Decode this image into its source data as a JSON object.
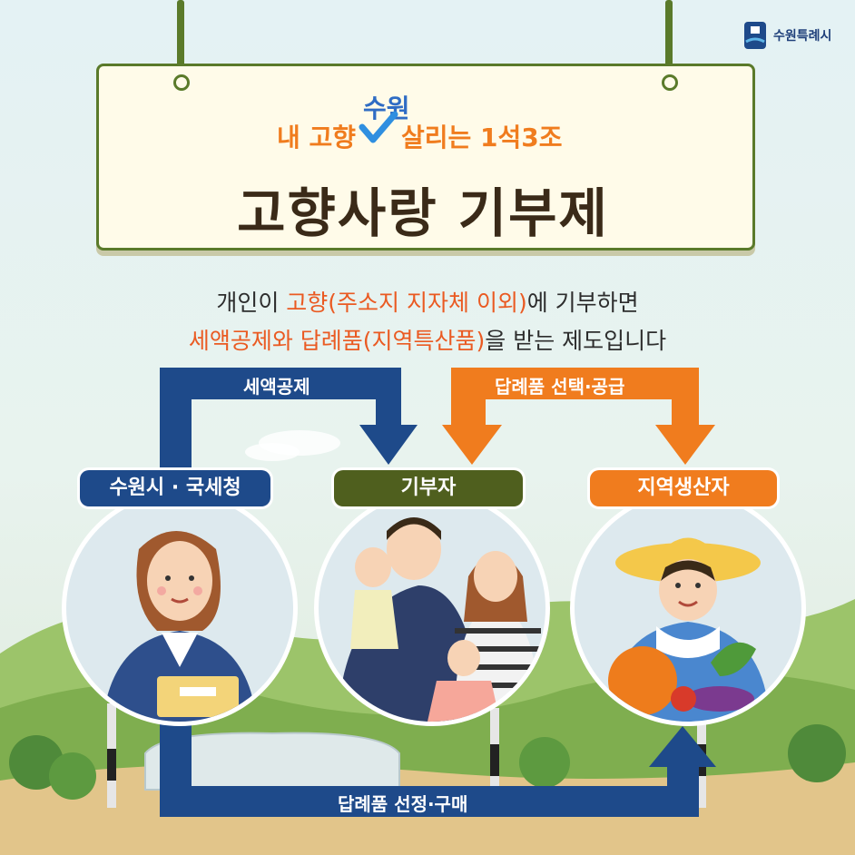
{
  "brand": {
    "name": "수원특례시",
    "icon": "suwon-city-logo-icon"
  },
  "sign": {
    "subtitle_before": "내 고향",
    "subtitle_accent": "수원",
    "subtitle_after": "살리는 1석3조",
    "title": "고향사랑 기부제"
  },
  "description": {
    "line1_a": "개인이 ",
    "line1_hl": "고향(주소지 지자체 이외)",
    "line1_b": "에 기부하면",
    "line2_hl": "세액공제와 답례품(지역특산품)",
    "line2_b": "을 받는 제도입니다"
  },
  "flow": {
    "tax_deduction": "세액공제",
    "gift_selection": "답례품 선택·공급",
    "gift_purchase": "답례품 선정·구매"
  },
  "actors": {
    "city": "수원시 · 국세청",
    "donor": "기부자",
    "producer": "지역생산자"
  },
  "colors": {
    "navy": "#1e4a8a",
    "orange": "#f07c1e",
    "olive": "#4f5f1e",
    "title_brown": "#3a2a18",
    "highlight": "#ea5a22"
  }
}
